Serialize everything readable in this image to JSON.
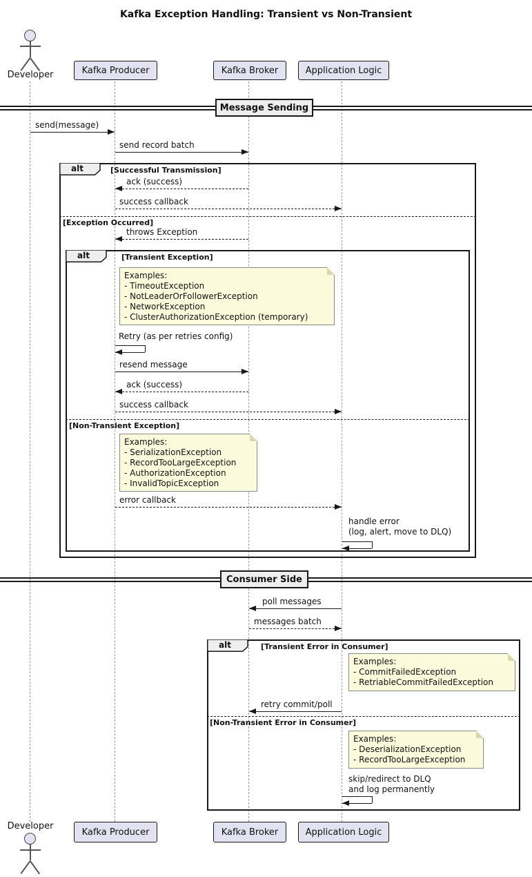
{
  "title": "Kafka Exception Handling: Transient vs Non-Transient",
  "colors": {
    "participant_fill": "#E2E2F0",
    "note_fill": "#FBFBDC",
    "frame_label_fill": "#EEEEEE",
    "line": "#181818",
    "lifeline": "#999999"
  },
  "participants": {
    "developer": "Developer",
    "producer": "Kafka Producer",
    "broker": "Kafka Broker",
    "app": "Application Logic"
  },
  "dividers": {
    "sending": "Message Sending",
    "consumer": "Consumer Side"
  },
  "alt_keyword": "alt",
  "conditions": {
    "c1": "[Successful Transmission]",
    "c2": "[Exception Occurred]",
    "c3": "[Transient Exception]",
    "c4": "[Non-Transient Exception]",
    "c5": "[Transient Error in Consumer]",
    "c6": "[Non-Transient Error in Consumer]"
  },
  "messages": {
    "m1": "send(message)",
    "m2": "send record batch",
    "m3": "ack (success)",
    "m4": "success callback",
    "m5": "throws Exception",
    "m6": "Retry (as per retries config)",
    "m7": "resend message",
    "m8": "ack (success)",
    "m9": "success callback",
    "m10": "error callback",
    "m11a": "handle error",
    "m11b": "(log, alert, move to DLQ)",
    "m12": "poll messages",
    "m13": "messages batch",
    "m14": "retry commit/poll",
    "m15a": "skip/redirect to DLQ",
    "m15b": "and log permanently"
  },
  "notes": {
    "note1": {
      "lines": [
        "Examples:",
        "- TimeoutException",
        "- NotLeaderOrFollowerException",
        "- NetworkException",
        "- ClusterAuthorizationException (temporary)"
      ]
    },
    "note2": {
      "lines": [
        "Examples:",
        "- SerializationException",
        "- RecordTooLargeException",
        "- AuthorizationException",
        "- InvalidTopicException"
      ]
    },
    "note3": {
      "lines": [
        "Examples:",
        "- CommitFailedException",
        "- RetriableCommitFailedException"
      ]
    },
    "note4": {
      "lines": [
        "Examples:",
        "- DeserializationException",
        "- RecordTooLargeException"
      ]
    }
  }
}
